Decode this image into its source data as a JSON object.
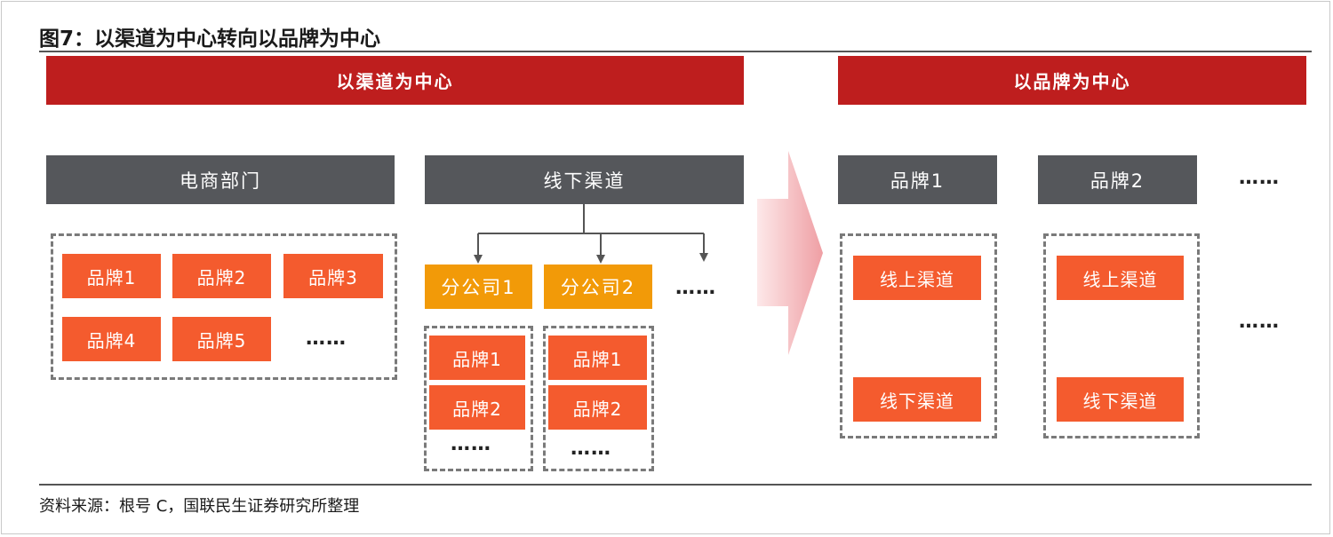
{
  "figure": {
    "title": "图7：以渠道为中心转向以品牌为中心",
    "source": "资料来源：根号 C，国联民生证券研究所整理"
  },
  "left_panel": {
    "banner": "以渠道为中心",
    "ecommerce": {
      "header": "电商部门",
      "brands": [
        "品牌1",
        "品牌2",
        "品牌3",
        "品牌4",
        "品牌5"
      ],
      "ellipsis": "……"
    },
    "offline": {
      "header": "线下渠道",
      "subsidiaries": [
        {
          "label": "分公司1",
          "brands": [
            "品牌1",
            "品牌2"
          ],
          "ellipsis": "……"
        },
        {
          "label": "分公司2",
          "brands": [
            "品牌1",
            "品牌2"
          ],
          "ellipsis": "……"
        }
      ],
      "ellipsis": "……"
    }
  },
  "right_panel": {
    "banner": "以品牌为中心",
    "brands": [
      {
        "header": "品牌1",
        "channels": [
          "线上渠道",
          "线下渠道"
        ]
      },
      {
        "header": "品牌2",
        "channels": [
          "线上渠道",
          "线下渠道"
        ]
      }
    ],
    "ellipsis_top": "……",
    "ellipsis_mid": "……"
  },
  "colors": {
    "banner_red": "#be1e1e",
    "header_gray": "#55575b",
    "brand_orange": "#f45b2e",
    "subsidiary_amber": "#f29a08",
    "arrow_pink": "#f3b4b8"
  }
}
